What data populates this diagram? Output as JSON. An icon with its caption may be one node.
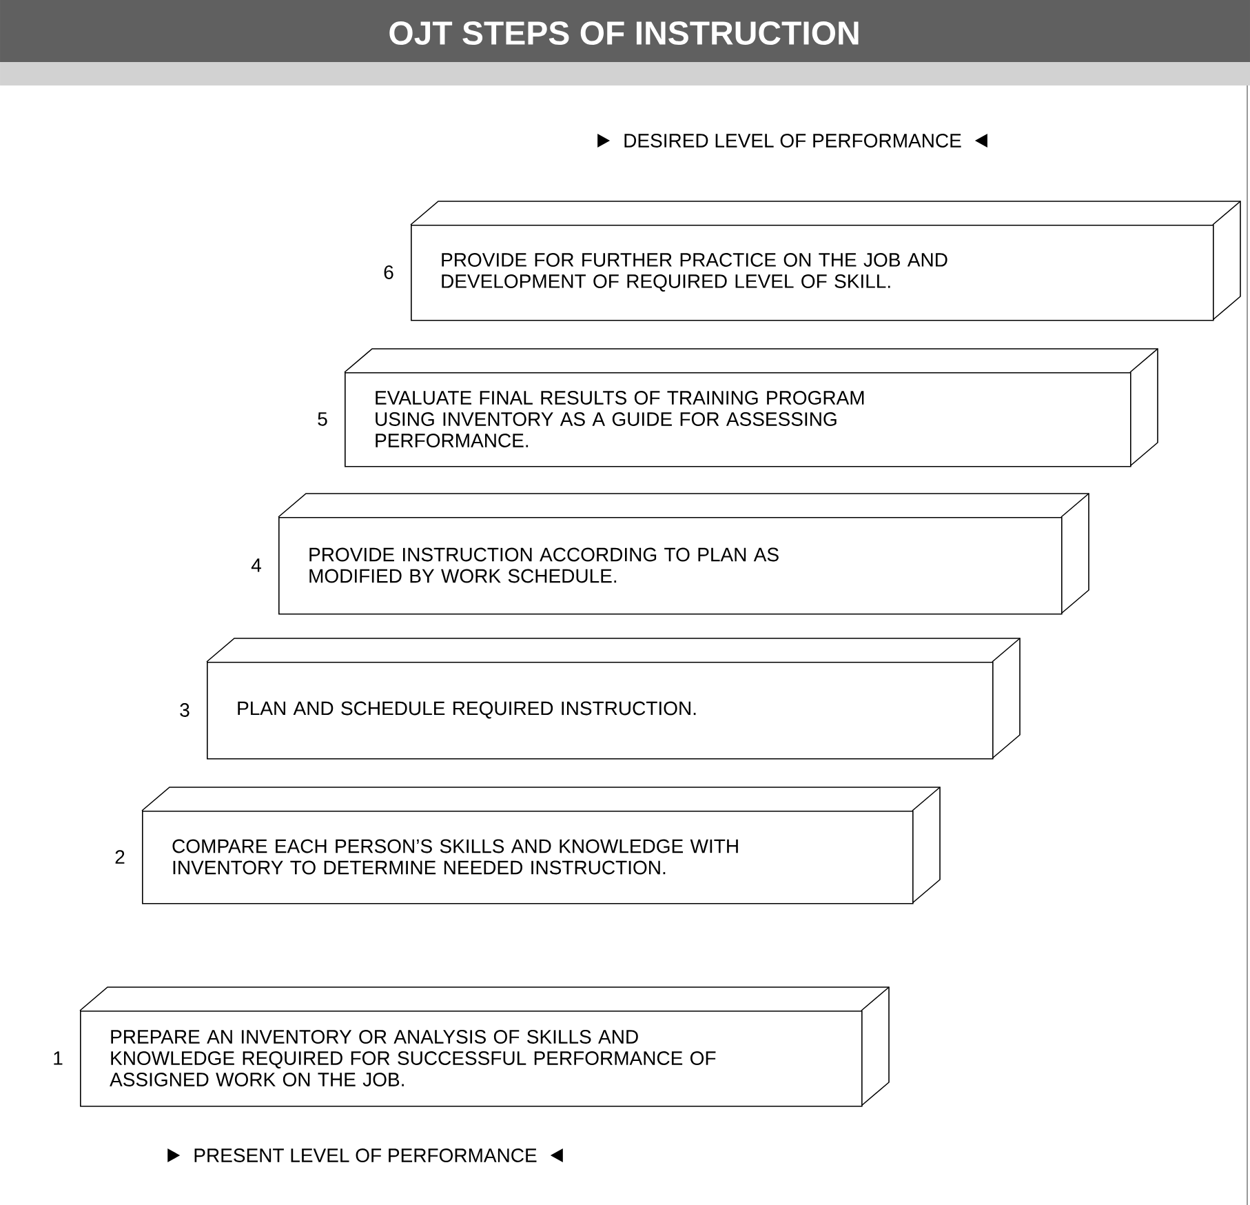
{
  "diagram": {
    "title": "OJT STEPS OF INSTRUCTION",
    "nodes": [
      {
        "text": [
          "PROVIDE FOR FURTHER PRACTICE ON THE JOB AND DEVELOPMENT OF REQUIRED LEVEL OF SKILL."
        ],
        "beside": [
          "6"
        ]
      },
      {
        "text": [
          "EVALUATE FINAL RESULTS OF TRAINING PROGRAM USING INVENTORY AS A GUIDE FOR ASSESSING PERFORMANCE."
        ],
        "beside": [
          "5"
        ]
      },
      {
        "text": [
          "PROVIDE INSTRUCTION ACCORDING TO PLAN AS MODIFIED BY WORK SCHEDULE."
        ],
        "beside": [
          "4"
        ]
      },
      {
        "text": [
          "PLAN AND SCHEDULE REQUIRED INSTRUCTION."
        ],
        "beside": [
          "3"
        ]
      },
      {
        "text": [
          "COMPARE EACH PERSON’S SKILLS AND KNOWLEDGE WITH INVENTORY TO DETERMINE NEEDED INSTRUCTION."
        ],
        "beside": [
          "2"
        ]
      },
      {
        "text": [
          "PREPARE AN INVENTORY OR ANALYSIS OF SKILLS AND KNOWLEDGE REQUIRED FOR SUCCESSFUL PERFORMANCE OF ASSIGNED WORK ON THE JOB."
        ],
        "beside": [
          "1"
        ]
      }
    ],
    "labels": [
      "DESIRED LEVEL OF PERFORMANCE",
      "PRESENT LEVEL OF PERFORMANCE"
    ]
  }
}
